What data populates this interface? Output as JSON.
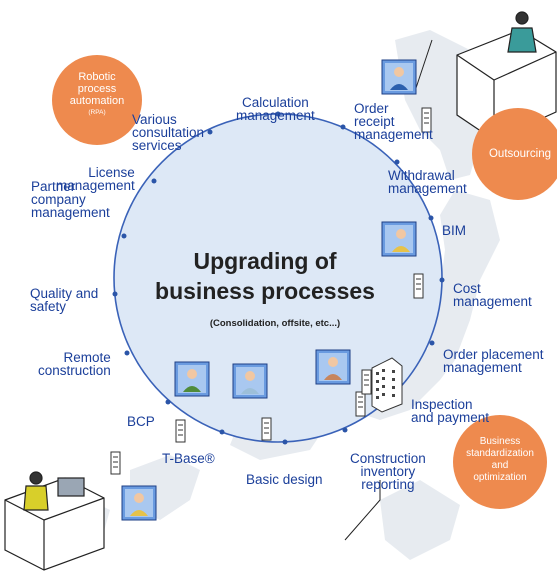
{
  "center": {
    "title_line1": "Upgrading of",
    "title_line2": "business processes",
    "subtitle": "(Consolidation, offsite, etc...)"
  },
  "nodes": {
    "calculation": "Calculation\nmanagement",
    "order_receipt": "Order\nreceipt\nmanagement",
    "withdrawal": "Withdrawal\nmanagement",
    "bim": "BIM",
    "cost": "Cost\nmanagement",
    "order_placement": "Order placement\nmanagement",
    "inspection": "Inspection\nand payment",
    "construction_inventory": "Construction\ninventory\nreporting",
    "basic_design": "Basic design",
    "tbase": "T-Base®",
    "bcp": "BCP",
    "remote": "Remote\nconstruction",
    "quality": "Quality and\nsafety",
    "partner": "Partner\ncompany\nmanagement",
    "license": "License\nmanagement",
    "various": "Various\nconsultation\nservices"
  },
  "bubbles": {
    "rpa_main": "Robotic\nprocess\nautomation",
    "rpa_sub": "(RPA)",
    "outsourcing": "Outsourcing",
    "business": "Business\nstandardization\nand\noptimization"
  },
  "colors": {
    "circle_fill": "#dde8f6",
    "circle_stroke": "#3a62b8",
    "label": "#1b3f9a",
    "bubble": "#ee8a4e",
    "map": "#e4e9ef"
  }
}
